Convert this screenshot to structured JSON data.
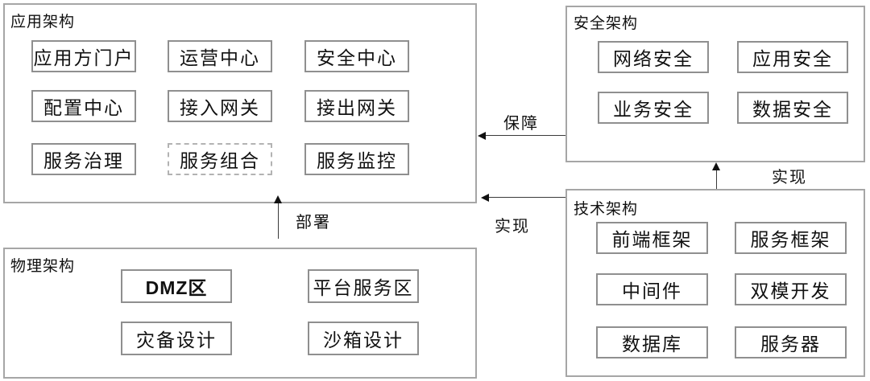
{
  "sections": {
    "app": {
      "title": "应用架构",
      "items": [
        "应用方门户",
        "运营中心",
        "安全中心",
        "配置中心",
        "接入网关",
        "接出网关",
        "服务治理",
        "服务组合",
        "服务监控"
      ]
    },
    "security": {
      "title": "安全架构",
      "items": [
        "网络安全",
        "应用安全",
        "业务安全",
        "数据安全"
      ]
    },
    "tech": {
      "title": "技术架构",
      "items": [
        "前端框架",
        "服务框架",
        "中间件",
        "双模开发",
        "数据库",
        "服务器"
      ]
    },
    "physical": {
      "title": "物理架构",
      "items": [
        "DMZ区",
        "平台服务区",
        "灾备设计",
        "沙箱设计"
      ]
    }
  },
  "arrows": {
    "guarantee": "保障",
    "realize_app": "实现",
    "realize_security": "实现",
    "deploy": "部署"
  },
  "colors": {
    "background": "#ffffff",
    "section_border": "#a6a6a6",
    "node_border": "#8f8f8f",
    "dashed_node_border": "#b3b3b3",
    "arrow": "#111111",
    "text": "#111111"
  }
}
